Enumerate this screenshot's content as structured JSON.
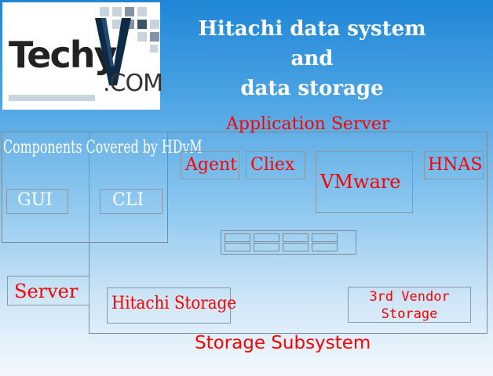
{
  "logo": {
    "main_text": "Techy",
    "letter": "V",
    "suffix": ".COM"
  },
  "title": {
    "line1": "Hitachi data system",
    "line2": "and",
    "line3": "data storage"
  },
  "diagram": {
    "application_server": "Application Server",
    "hdvm_components": "Components Covered by HDvM",
    "gui": "GUI",
    "cli": "CLI",
    "agent": "Agent",
    "cliex": "Cliex",
    "vmware": "VMware",
    "hnas": "HNAS",
    "server": "Server",
    "hitachi_storage": "Hitachi Storage",
    "third_vendor_storage": "3rd Vendor Storage",
    "storage_subsystem": "Storage Subsystem"
  },
  "colors": {
    "label_red": "#ff0000",
    "title_white": "#ffffff"
  }
}
